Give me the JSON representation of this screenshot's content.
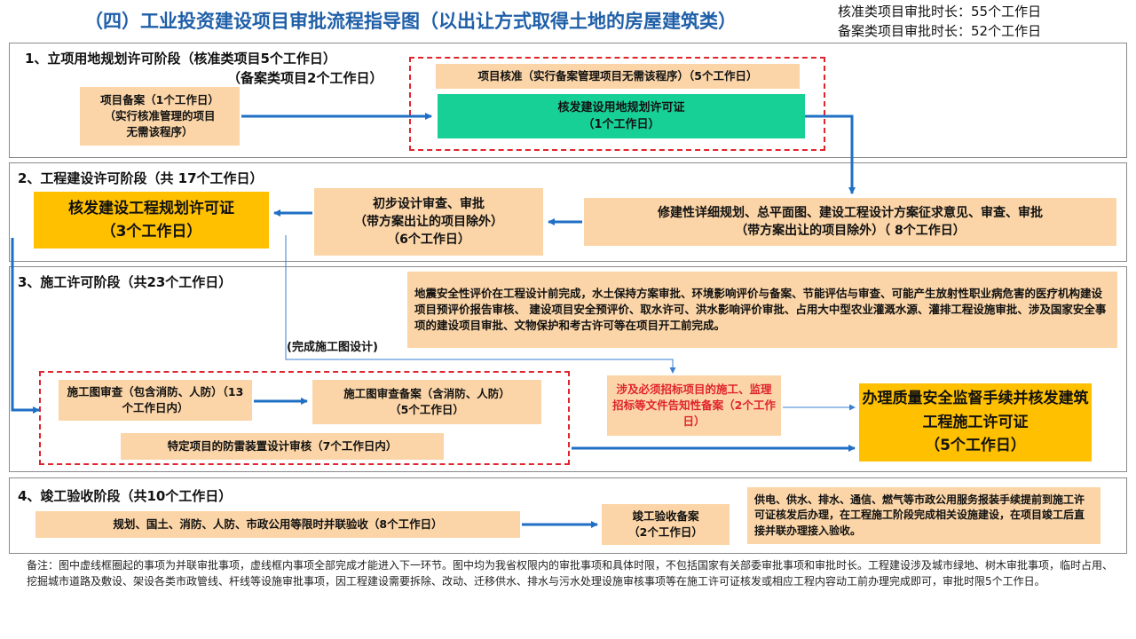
{
  "title": "（四）工业投资建设项目审批流程指导图（以出让方式取得土地的房屋建筑类）",
  "durations": {
    "approval": "核准类项目审批时长：55个工作日",
    "filing": "备案类项目审批时长：52个工作日"
  },
  "stage1": {
    "label_line1": "1、立项用地规划许可阶段（核准类项目5个工作日）",
    "label_line2": "（备案类项目2个工作日）",
    "filing_box": "项目备案（1个工作日）\n（实行核准管理的项目\n无需该程序）",
    "approval_box": "项目核准（实行备案管理项目无需该程序）（5个工作日）",
    "land_permit_box": "核发建设用地规划许可证\n（1个工作日）"
  },
  "stage2": {
    "label": "2、工程建设许可阶段（共 17个工作日）",
    "detailed_plan_box": "修建性详细规划、总平面图、建设工程设计方案征求意见、审查、审批\n（带方案出让的项目除外）（ 8个工作日）",
    "prelim_design_box": "初步设计审查、审批\n（带方案出让的项目除外）\n（6个工作日）",
    "planning_permit_box": "核发建设工程规划许可证\n（3个工作日）"
  },
  "stage3": {
    "label": "3、施工许可阶段（共23个工作日）",
    "parallel_text": "地震安全性评价在工程设计前完成，水土保持方案审批、环境影响评价与备案、节能评估与审查、可能产生放射性职业病危害的医疗机构建设项目预评价报告审核、 建设项目安全预评价、取水许可、洪水影响评价审批、占用大中型农业灌溉水源、灌排工程设施审批、涉及国家安全事项的建设项目审批、文物保护和考古许可等在项目开工前完成。",
    "drawing_design_label": "(完成施工图设计)",
    "drawing_review_box": "施工图审查（包含消防、人防）（13个工作日内）",
    "drawing_filing_box": "施工图审查备案（含消防、人防）\n（5个工作日）",
    "lightning_box": "特定项目的防雷装置设计审核（7个工作日内）",
    "bidding_box": "涉及必须招标项目的施工、监理招标等文件告知性备案（2个工作日）",
    "construction_permit_box": "办理质量安全监督手续并核发建筑工程施工许可证\n（5个工作日）"
  },
  "stage4": {
    "label": "4、竣工验收阶段（共10个工作日）",
    "joint_acceptance_box": "规划、国土、消防、人防、市政公用等限时并联验收（8个工作日）",
    "completion_filing_box": "竣工验收备案\n（2个工作日）",
    "utilities_text": "供电、供水、排水、通信、燃气等市政公用服务报装手续提前到施工许可证核发后办理，在工程施工阶段完成相关设施建设，在项目竣工后直接并联办理接入验收。"
  },
  "note": "备注：图中虚线框圈起的事项为并联审批事项，虚线框内事项全部完成才能进入下一环节。图中均为我省权限内的审批事项和具体时限，不包括国家有关部委审批事项和审批时长。工程建设涉及城市绿地、树木审批事项，临时占用、挖掘城市道路及敷设、架设各类市政管线、杆线等设施审批事项，因工程建设需要拆除、改动、迁移供水、排水与污水处理设施审核事项等在施工许可证核发或相应工程内容动工前办理完成即可，审批时限5个工作日。",
  "colors": {
    "title": "#1f5fa8",
    "box_fill": "#fbd5a7",
    "key_fill": "#ffc000",
    "green_fill": "#17d096",
    "arrow": "#1f6fc5",
    "dashed_border": "#e0242e"
  }
}
